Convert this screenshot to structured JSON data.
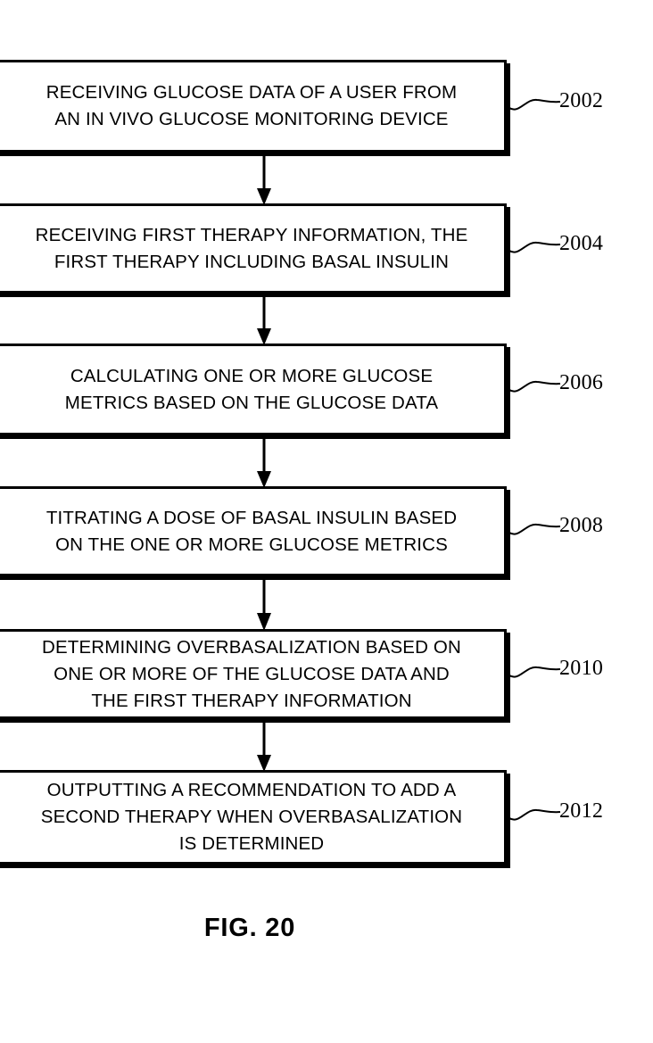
{
  "figure": {
    "caption": "FIG. 20",
    "type": "patent-flowchart",
    "orientation": "vertical",
    "step_count": 6
  },
  "steps": [
    {
      "ref": "2002",
      "text": "RECEIVING GLUCOSE DATA OF A USER FROM\nAN IN VIVO GLUCOSE MONITORING DEVICE"
    },
    {
      "ref": "2004",
      "text": "RECEIVING FIRST THERAPY INFORMATION, THE\nFIRST THERAPY INCLUDING BASAL INSULIN"
    },
    {
      "ref": "2006",
      "text": "CALCULATING ONE OR MORE GLUCOSE\nMETRICS BASED ON THE GLUCOSE DATA"
    },
    {
      "ref": "2008",
      "text": "TITRATING A DOSE OF BASAL INSULIN BASED\nON THE ONE OR MORE GLUCOSE METRICS"
    },
    {
      "ref": "2010",
      "text": "DETERMINING OVERBASALIZATION BASED ON\nONE OR MORE OF THE GLUCOSE DATA AND\nTHE FIRST THERAPY INFORMATION"
    },
    {
      "ref": "2012",
      "text": "OUTPUTTING A RECOMMENDATION TO ADD A\nSECOND THERAPY WHEN OVERBASALIZATION\nIS DETERMINED"
    }
  ],
  "connectors": [
    {
      "from": "2002",
      "to": "2004",
      "icon": "down-arrow-icon"
    },
    {
      "from": "2004",
      "to": "2006",
      "icon": "down-arrow-icon"
    },
    {
      "from": "2006",
      "to": "2008",
      "icon": "down-arrow-icon"
    },
    {
      "from": "2008",
      "to": "2010",
      "icon": "down-arrow-icon"
    },
    {
      "from": "2010",
      "to": "2012",
      "icon": "down-arrow-icon"
    }
  ],
  "colors": {
    "stroke": "#000000",
    "fill": "#ffffff",
    "text": "#000000"
  }
}
